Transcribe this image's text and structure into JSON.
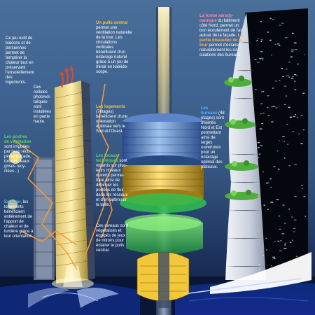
{
  "annotations": {
    "brise_soleil": {
      "highlight": "Ce jeu",
      "text": "Ce jeu outil de balcons et de persiennes permet de tempérer la chaleur tout en préservant l'ensoleillement des logements."
    },
    "cellules": {
      "text": "Des cellules photovol-taïques sont installées en partie haute."
    },
    "poches": {
      "highlight": "Les poches de végétation",
      "text": "sont irriguées par l'eau récu-pérée (façade, toitures, eaux grises recy-clées...)"
    },
    "hiver": {
      "highlight": "En hiver,",
      "text": "les logements bénéficient entièrement de l'apport de chaleur et de lumière grâce à leur orientation."
    },
    "puits": {
      "highlight": "Un puits central",
      "text": "permet une ventilation naturelle de la tour. Les circulations verticales bénéficient d'un éclairage naturel grâce à un jeu de miroir en kaléido-scope."
    },
    "logements": {
      "highlight": "Les logements",
      "text": "(7étages) bénéficient d'une orientation optimale vers le Sud et l'Ouest."
    },
    "locaux": {
      "highlight": "Les locaux techniques",
      "text": "sont répartis sur plus-ieurs niveaux ouverts perme-ttant ainsi de diminuer les portées de flux dans les réseaux et d'en optimiser la taille."
    },
    "niveaux": {
      "text": "Ces niveaux sont végétalisés et équipés de jeux de miroirs pour éclairer le puits central."
    },
    "forme": {
      "highlight": "La forme aérody-namique",
      "text": "du bâtiment côté Nord, permet un bon écoulement de l'air autour de la façade,",
      "highlight2": "La partie biseautée de la tour",
      "text2": "permet d'éclairer naturellement les cir-culations des bureaux."
    },
    "bureaux": {
      "highlight": "Les bureaux",
      "text": "(48 étages) sont orientés Nord et Est permettant ainsi de larges ouvertures pour un éclairage optimal des plateaux."
    }
  },
  "colors": {
    "yellow": "#f6c633",
    "green": "#5fd36b",
    "blue": "#4fb6ff",
    "orange_arrow": "#ff9a2a",
    "sky_top": "#4a6f9a",
    "night": "#0a1430"
  },
  "icons": [
    "heat-arrow-icon",
    "sun-ray-icon"
  ]
}
